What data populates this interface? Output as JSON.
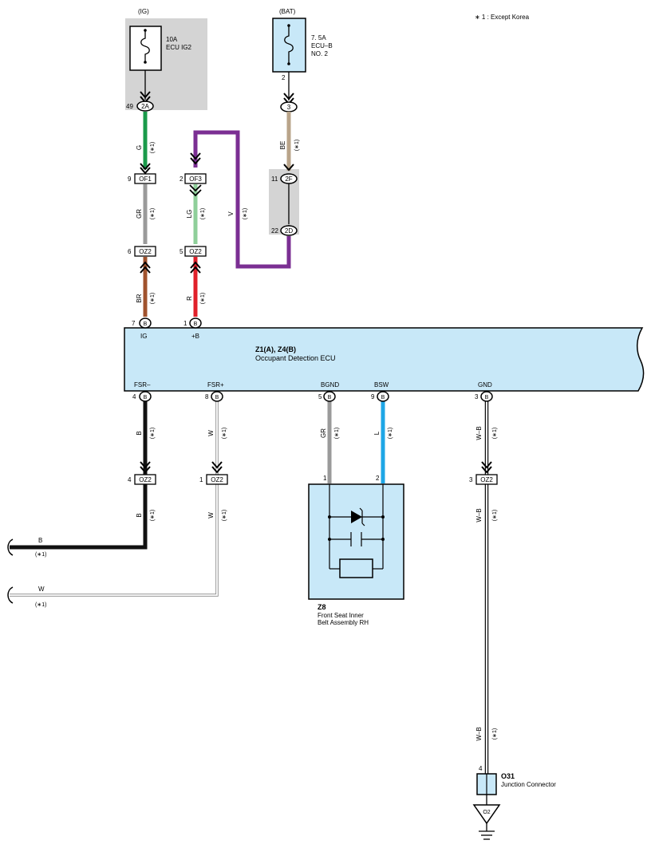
{
  "note": "∗ 1 : Except Korea",
  "star": "(∗1)",
  "fuse_ig": {
    "source": "(IG)",
    "rating": "10A",
    "name": "ECU IG2",
    "pin": "49",
    "conn": "2A"
  },
  "fuse_bat": {
    "source": "(BAT)",
    "rating": "7. 5A",
    "name1": "ECU–B",
    "name2": "NO. 2",
    "pin_out": "2",
    "conn": "3"
  },
  "jb": {
    "pin_top": "11",
    "conn_top": "2F",
    "pin_bot": "22",
    "conn_bot": "2D"
  },
  "conn_of1": {
    "pin": "9",
    "name": "OF1"
  },
  "conn_of3": {
    "pin": "2",
    "name": "OF3"
  },
  "conn_oz2_a": {
    "pin": "6",
    "name": "OZ2"
  },
  "conn_oz2_b": {
    "pin": "5",
    "name": "OZ2"
  },
  "conn_oz2_c": {
    "pin": "4",
    "name": "OZ2"
  },
  "conn_oz2_d": {
    "pin": "1",
    "name": "OZ2"
  },
  "conn_oz2_e": {
    "pin": "3",
    "name": "OZ2"
  },
  "wires": {
    "g": "G",
    "be": "BE",
    "gr": "GR",
    "lg": "LG",
    "v": "V",
    "br": "BR",
    "r": "R",
    "b": "B",
    "w": "W",
    "l": "L",
    "wb": "W–B"
  },
  "ecu": {
    "id": "Z1(A), Z4(B)",
    "name": "Occupant Detection ECU",
    "conn": "B",
    "pins_top": [
      {
        "pin": "7",
        "label": "IG"
      },
      {
        "pin": "1",
        "label": "+B"
      }
    ],
    "pins_bottom": [
      {
        "pin": "4",
        "label": "FSR–"
      },
      {
        "pin": "8",
        "label": "FSR+"
      },
      {
        "pin": "5",
        "label": "BGND"
      },
      {
        "pin": "9",
        "label": "BSW"
      },
      {
        "pin": "3",
        "label": "GND"
      }
    ]
  },
  "z8": {
    "id": "Z8",
    "line1": "Front Seat Inner",
    "line2": "Belt Assembly RH",
    "pin1": "1",
    "pin2": "2"
  },
  "o31": {
    "id": "O31",
    "name": "Junction Connector",
    "pin": "4",
    "ground": "O2"
  },
  "colors": {
    "green": "#1a9a4a",
    "tan": "#b9a48a",
    "gray": "#9a9a9a",
    "light_green": "#8fcf9a",
    "violet": "#7b2f93",
    "brown": "#a0522d",
    "red": "#e0202a",
    "black": "#111111",
    "blue": "#1ea6e6",
    "ecu_fill": "#c8e8f8",
    "shade": "#d4d4d4"
  }
}
